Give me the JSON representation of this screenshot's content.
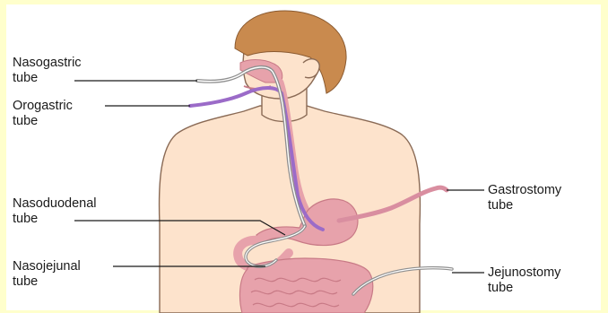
{
  "labels": {
    "nasogastric": [
      "Nasogastric",
      "tube"
    ],
    "orogastric": [
      "Orogastric",
      "tube"
    ],
    "nasoduodenal": [
      "Nasoduodenal",
      "tube"
    ],
    "nasojejunal": [
      "Nasojejunal",
      "tube"
    ],
    "gastrostomy": [
      "Gastrostomy",
      "tube"
    ],
    "jejunostomy": [
      "Jejunostomy",
      "tube"
    ]
  },
  "colors": {
    "background": "#ffffcc",
    "panel": "#ffffff",
    "skin": "#fde3cc",
    "skin_outline": "#8a6a55",
    "hair": "#c98a4e",
    "organ": "#e7a2ab",
    "organ_dark": "#c87a86",
    "orogastric_tube": "#9b6bc8",
    "gastrostomy_tube": "#d98ea0",
    "nasal_tube": "#8f8f8f",
    "leader_line": "#1a1a1a"
  }
}
